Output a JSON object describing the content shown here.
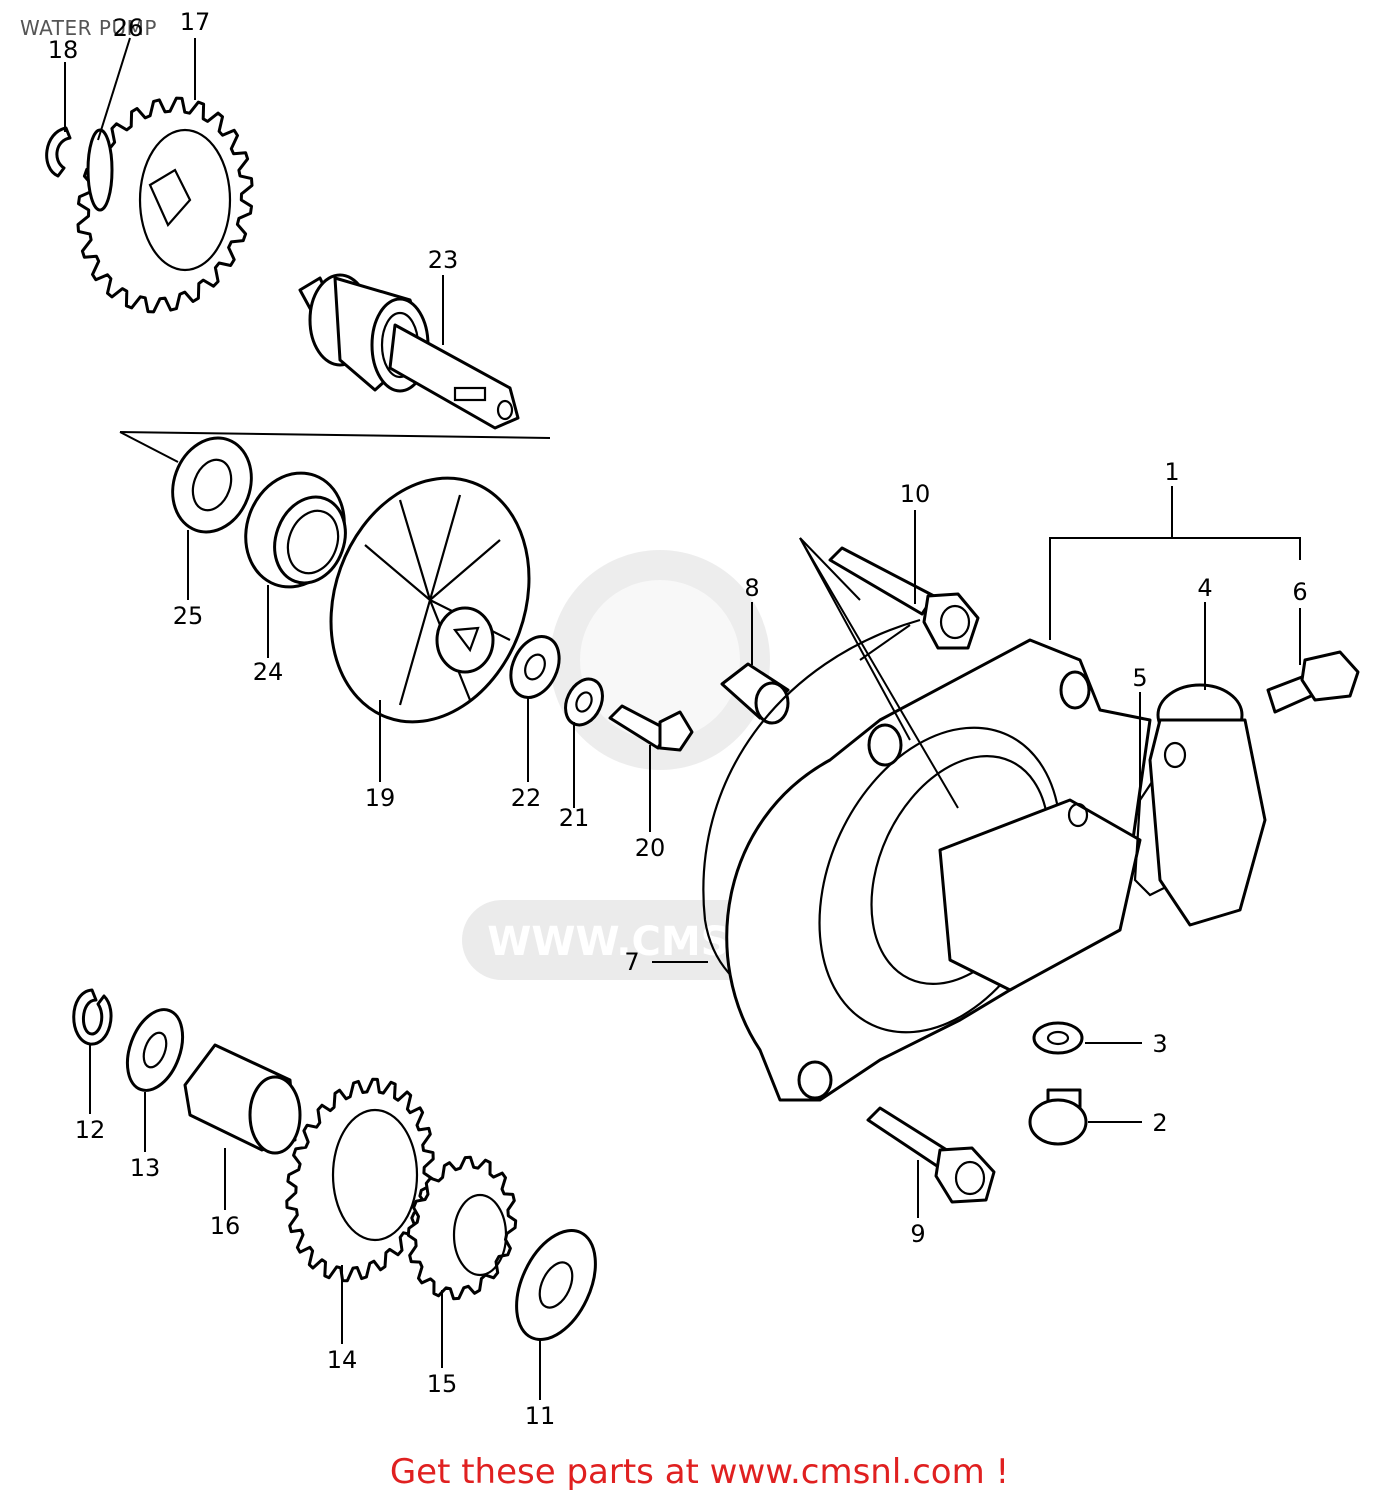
{
  "title": "WATER PUMP",
  "footer": "Get these parts at www.cmsnl.com !",
  "watermark": "WWW.CMSNL.COM",
  "callouts": [
    "1",
    "2",
    "3",
    "4",
    "5",
    "6",
    "7",
    "8",
    "9",
    "10",
    "11",
    "12",
    "13",
    "14",
    "15",
    "16",
    "17",
    "18",
    "19",
    "20",
    "21",
    "22",
    "23",
    "24",
    "25",
    "26"
  ],
  "colors": {
    "footer_text": "#e02020",
    "line": "#000000",
    "watermark": "#e6e6e6"
  }
}
